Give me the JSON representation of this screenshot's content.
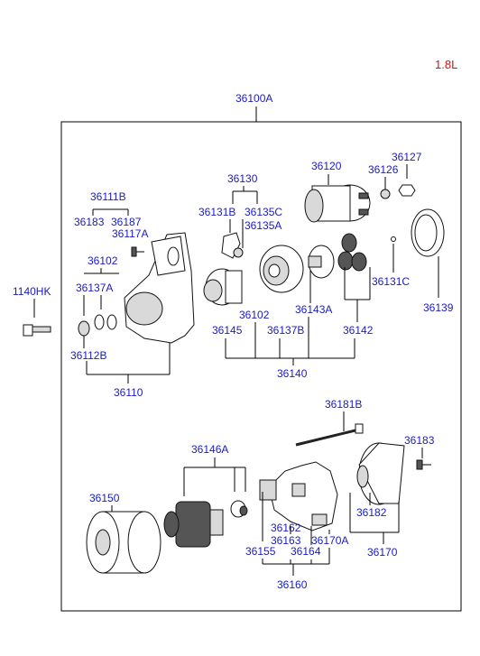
{
  "variant": "1.8L",
  "assembly": "36100A",
  "external_part": "1140HK",
  "labels": {
    "p36111B": "36111B",
    "p36183a": "36183",
    "p36187": "36187",
    "p36117A": "36117A",
    "p36102a": "36102",
    "p36137A": "36137A",
    "p36112B": "36112B",
    "p36110": "36110",
    "p36130": "36130",
    "p36131B": "36131B",
    "p36135C": "36135C",
    "p36135A": "36135A",
    "p36120": "36120",
    "p36126": "36126",
    "p36127": "36127",
    "p36131C": "36131C",
    "p36139": "36139",
    "p36102b": "36102",
    "p36143A": "36143A",
    "p36145": "36145",
    "p36137B": "36137B",
    "p36142": "36142",
    "p36140": "36140",
    "p36181B": "36181B",
    "p36183b": "36183",
    "p36146A": "36146A",
    "p36150": "36150",
    "p36162": "36162",
    "p36163": "36163",
    "p36155": "36155",
    "p36164": "36164",
    "p36170A": "36170A",
    "p36182": "36182",
    "p36170": "36170",
    "p36160": "36160"
  }
}
